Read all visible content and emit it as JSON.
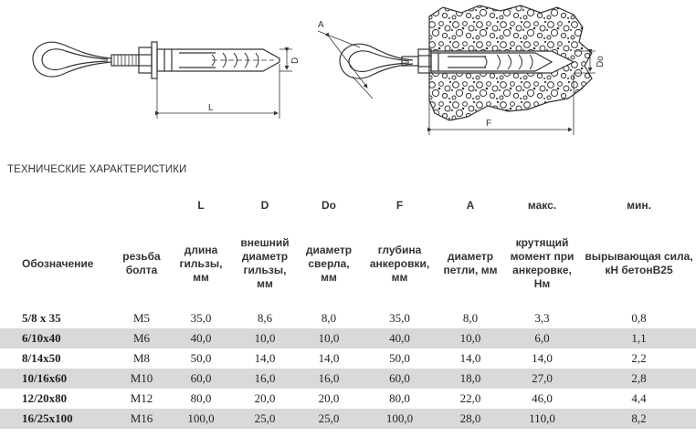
{
  "labels": {
    "dim_l": "L",
    "dim_d": "D",
    "dim_a": "A",
    "dim_do": "Do",
    "dim_f": "F"
  },
  "section_title": "ТЕХНИЧЕСКИЕ ХАРАКТЕРИСТИКИ",
  "table": {
    "header_letters": [
      "",
      "",
      "L",
      "D",
      "Do",
      "F",
      "A",
      "макс.",
      "мин."
    ],
    "header_descs": [
      "Обозначение",
      "резьба болта",
      "длина гильзы, мм",
      "внешний диаметр гильзы, мм",
      "диаметр сверла, мм",
      "глубина анкеровки, мм",
      "диаметр петли, мм",
      "крутящий момент при анкеровке, Нм",
      "вырывающая сила, кН бетонВ25"
    ],
    "rows": [
      [
        "5/8 x 35",
        "M5",
        "35,0",
        "8,6",
        "8,0",
        "35,0",
        "8,0",
        "3,3",
        "0,8"
      ],
      [
        "6/10x40",
        "M6",
        "40,0",
        "10,0",
        "10,0",
        "40,0",
        "10,0",
        "6,0",
        "1,1"
      ],
      [
        "8/14x50",
        "M8",
        "50,0",
        "14,0",
        "14,0",
        "50,0",
        "14,0",
        "14,0",
        "2,2"
      ],
      [
        "10/16x60",
        "M10",
        "60,0",
        "16,0",
        "16,0",
        "60,0",
        "18,0",
        "27,0",
        "2,8"
      ],
      [
        "12/20x80",
        "M12",
        "80,0",
        "20,0",
        "20,0",
        "80,0",
        "22,0",
        "46,0",
        "4,4"
      ],
      [
        "16/25x100",
        "M16",
        "100,0",
        "25,0",
        "25,0",
        "100,0",
        "28,0",
        "110,0",
        "8,2"
      ]
    ]
  }
}
